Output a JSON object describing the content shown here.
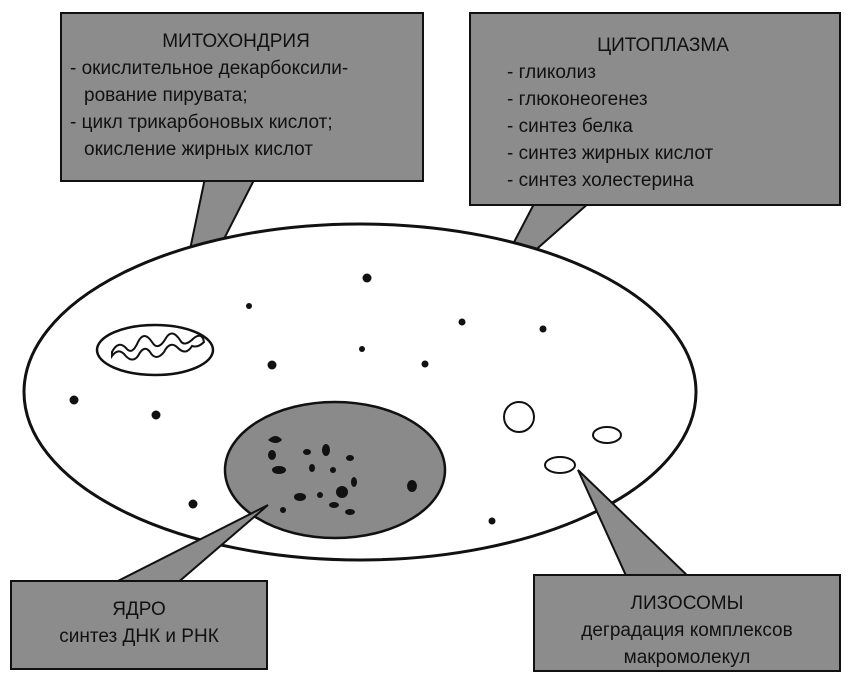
{
  "mitochondria": {
    "title": "МИТОХОНДРИЯ",
    "items": [
      "- окислительное декарбоксили-",
      "  рование пирувата;",
      "- цикл трикарбоновых кислот;",
      "  окисление жирных кислот"
    ]
  },
  "cytoplasm": {
    "title": "ЦИТОПЛАЗМА",
    "items": [
      "- гликолиз",
      "- глюконеогенез",
      "- синтез белка",
      "- синтез жирных кислот",
      "- синтез холестерина"
    ]
  },
  "nucleus": {
    "title": "ЯДРО",
    "subtitle": "синтез ДНК и РНК"
  },
  "lysosomes": {
    "title": "ЛИЗОСОМЫ",
    "line1": "деградация комплексов",
    "line2": "макромолекул"
  },
  "colors": {
    "box_fill": "#8c8c8c",
    "nucleus_fill": "#8a8a8a",
    "outline": "#111111",
    "cell_fill": "#ffffff"
  }
}
